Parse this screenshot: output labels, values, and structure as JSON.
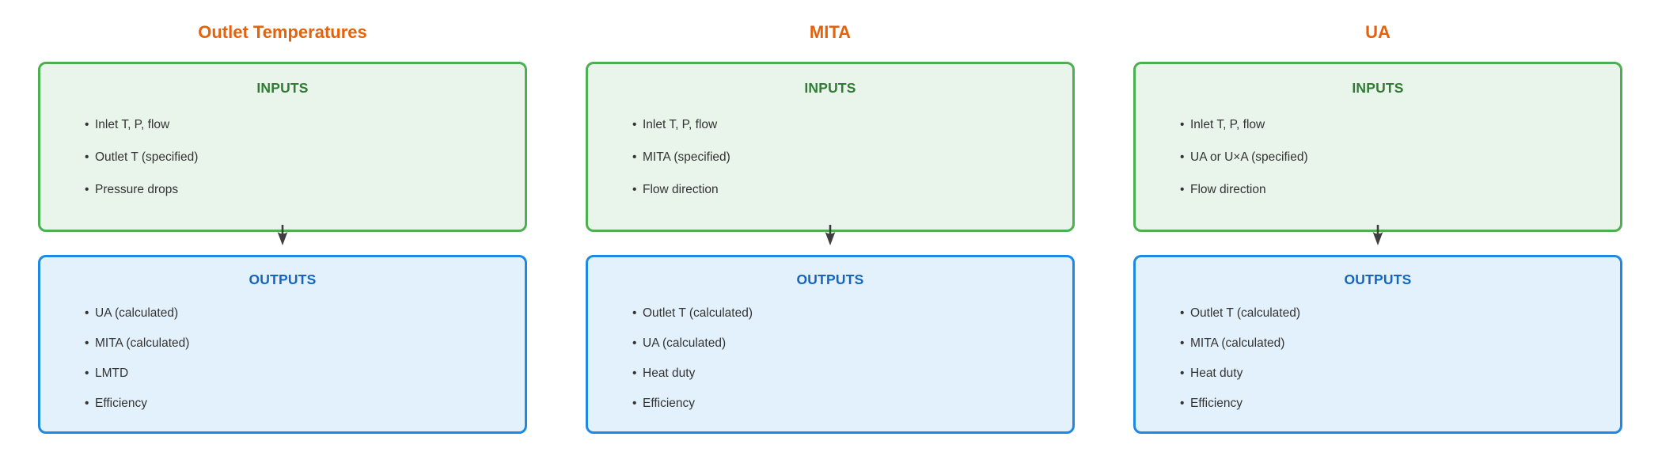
{
  "diagram": {
    "columns": [
      {
        "title": "Outlet Temperatures",
        "inputs": {
          "header": "INPUTS",
          "items": [
            "Inlet T, P, flow",
            "Outlet T (specified)",
            "Pressure drops"
          ]
        },
        "outputs": {
          "header": "OUTPUTS",
          "items": [
            "UA (calculated)",
            "MITA (calculated)",
            "LMTD",
            "Efficiency"
          ]
        }
      },
      {
        "title": "MITA",
        "inputs": {
          "header": "INPUTS",
          "items": [
            "Inlet T, P, flow",
            "MITA (specified)",
            "Flow direction"
          ]
        },
        "outputs": {
          "header": "OUTPUTS",
          "items": [
            "Outlet T (calculated)",
            "UA (calculated)",
            "Heat duty",
            "Efficiency"
          ]
        }
      },
      {
        "title": "UA",
        "inputs": {
          "header": "INPUTS",
          "items": [
            "Inlet T, P, flow",
            "UA or U×A (specified)",
            "Flow direction"
          ]
        },
        "outputs": {
          "header": "OUTPUTS",
          "items": [
            "Outlet T (calculated)",
            "MITA (calculated)",
            "Heat duty",
            "Efficiency"
          ]
        }
      }
    ],
    "icons": {
      "between_boxes": "arrow-down-icon"
    },
    "colors": {
      "title_text": "#E4620C",
      "inputs_header_text": "#2E7D32",
      "inputs_border": "#4CAF50",
      "inputs_fill": "#E9F4EB",
      "outputs_header_text": "#1565C0",
      "outputs_border": "#1E88E5",
      "outputs_fill": "#E3F1FC",
      "item_text": "#333333",
      "arrow": "#3F3F3F",
      "background": "#FFFFFF"
    }
  }
}
